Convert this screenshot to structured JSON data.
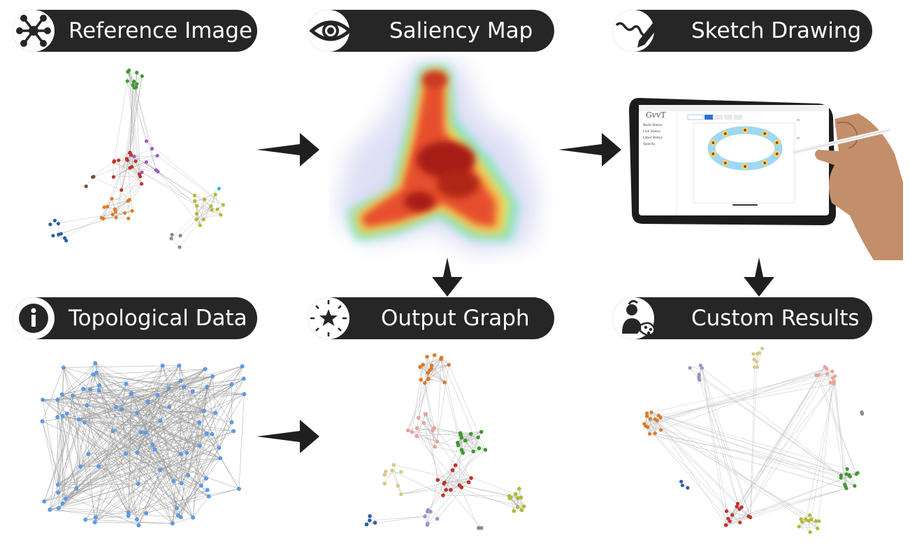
{
  "headers": [
    {
      "id": "reference",
      "label": "Reference Image",
      "icon": "graph-network-icon"
    },
    {
      "id": "saliency",
      "label": "Saliency Map",
      "icon": "eye-icon"
    },
    {
      "id": "sketch",
      "label": "Sketch Drawing",
      "icon": "pen-sketch-icon"
    },
    {
      "id": "topological",
      "label": "Topological Data",
      "icon": "info-icon"
    },
    {
      "id": "output",
      "label": "Output Graph",
      "icon": "sparkle-star-icon"
    },
    {
      "id": "custom",
      "label": "Custom Results",
      "icon": "artist-palette-icon"
    }
  ],
  "tablet_ui": {
    "logo": "GvvT",
    "menu_items": [
      "Node Status",
      "Link Status",
      "Label Status",
      "Opacity"
    ]
  },
  "colors": {
    "pill_bg": "#262626",
    "arrow": "#1f1f1f",
    "node_blue": "#5b9be6",
    "edge_gray": "#9a9a9a",
    "green": "#3f9a2f",
    "red": "#c0342b",
    "orange": "#e07a28",
    "purple": "#9a5cc4",
    "olive": "#b5b832",
    "navy": "#2f5fa8",
    "pink": "#e6a39a",
    "tan": "#d8c98a",
    "lavender": "#9b95c8",
    "cyan": "#39b9cf",
    "gray": "#8a8a8a",
    "brown": "#7a5230"
  }
}
